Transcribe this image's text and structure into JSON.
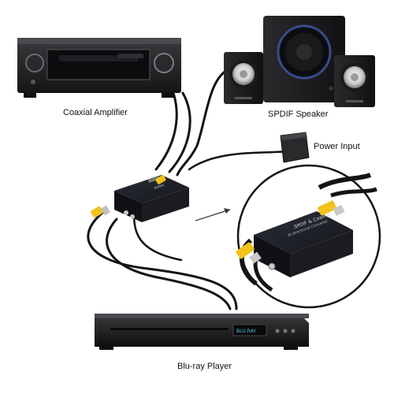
{
  "labels": {
    "amplifier": "Coaxial Amplifier",
    "speaker": "SPDIF Speaker",
    "power": "Power Input",
    "player": "Blu-ray Player"
  },
  "colors": {
    "device_body": "#1c1c1e",
    "cable": "#141414",
    "rca_yellow": "#f2c21b",
    "speaker_ring": "#3a4a8c",
    "background": "#ffffff"
  },
  "icons": [
    "amplifier-device",
    "speaker-system",
    "power-adapter",
    "converter-box",
    "blu-ray-player",
    "arrow-icon",
    "zoom-callout"
  ]
}
